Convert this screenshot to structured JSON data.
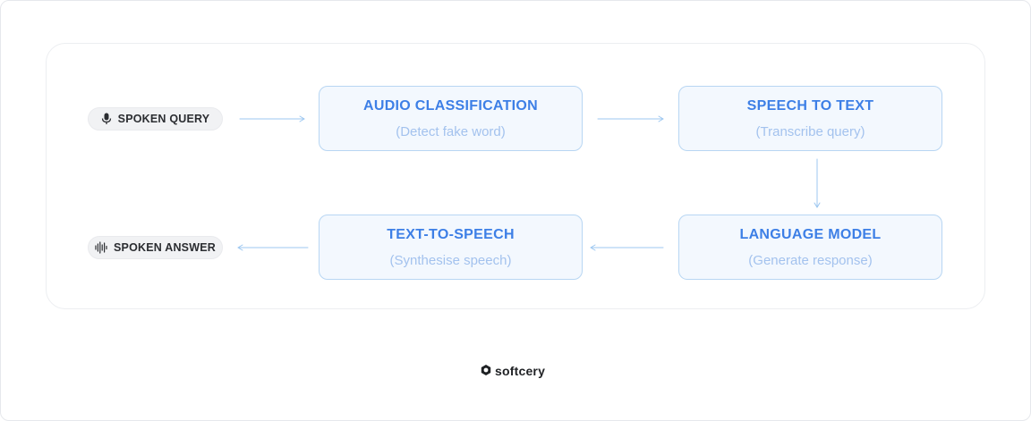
{
  "inputs": {
    "spoken_query": "SPOKEN QUERY",
    "spoken_answer": "SPOKEN ANSWER"
  },
  "nodes": {
    "audio_classification": {
      "title": "AUDIO CLASSIFICATION",
      "subtitle": "(Detect fake word)"
    },
    "speech_to_text": {
      "title": "SPEECH TO TEXT",
      "subtitle": "(Transcribe query)"
    },
    "language_model": {
      "title": "LANGUAGE MODEL",
      "subtitle": "(Generate response)"
    },
    "text_to_speech": {
      "title": "TEXT-TO-SPEECH",
      "subtitle": "(Synthesise speech)"
    }
  },
  "brand": {
    "name": "softcery"
  },
  "colors": {
    "accent": "#3d7fe6",
    "subtitle": "#a3c2ee",
    "node_border": "#b8d6f3",
    "node_fill": "#f3f8fe",
    "arrow": "#9cc7f0"
  },
  "icons": {
    "query": "microphone-icon",
    "answer": "sound-wave-icon",
    "brand": "softcery-logo-icon"
  }
}
